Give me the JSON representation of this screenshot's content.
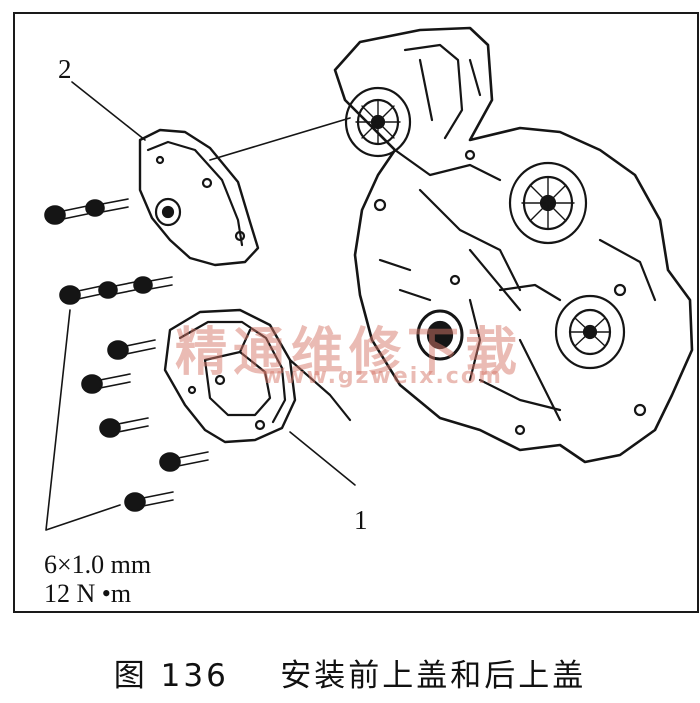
{
  "figure": {
    "callouts": {
      "one": "1",
      "two": "2"
    },
    "bolt_spec": {
      "size": "6×1.0 mm",
      "torque": "12 N •m"
    },
    "caption": "图 136    安装前上盖和后上盖",
    "watermark": {
      "text": "精通维修下载",
      "url": "www.gzweix.com"
    }
  }
}
